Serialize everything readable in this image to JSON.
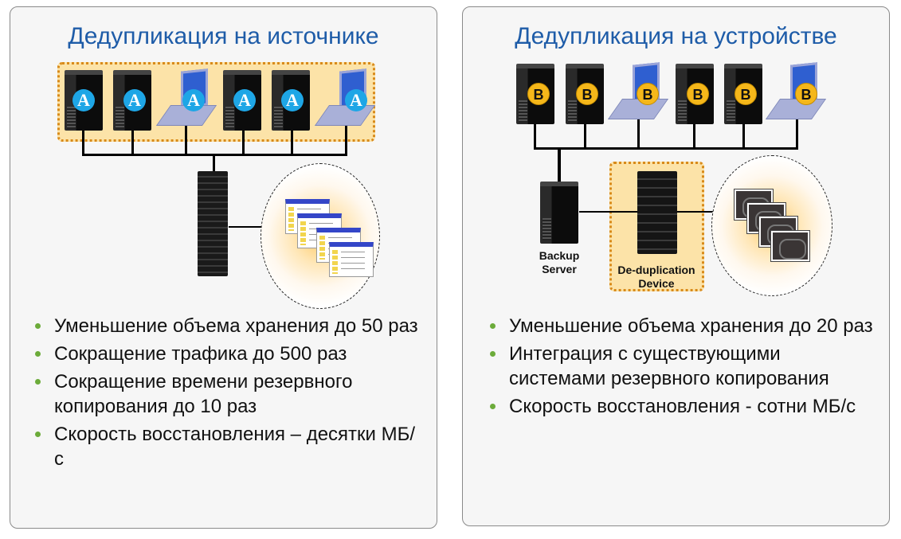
{
  "left": {
    "title": "Дедупликация на источнике",
    "badge": "A",
    "bullets": [
      "Уменьшение объема хранения до 50 раз",
      "Сокращение трафика до 500 раз",
      "Сокращение времени резервного копирования до 10 раз",
      "Скорость восстановления – десятки МБ/с"
    ]
  },
  "right": {
    "title": "Дедупликация на устройстве",
    "badge": "B",
    "backup_server_label": "Backup Server",
    "dedup_device_label": "De-duplication Device",
    "bullets": [
      "Уменьшение объема хранения до 20 раз",
      "Интеграция с существующими системами резервного копирования",
      "Скорость восстановления - сотни МБ/с"
    ]
  },
  "colors": {
    "title": "#1e5ca8",
    "bullet": "#6cab3a",
    "highlight": "#fce3a8"
  }
}
